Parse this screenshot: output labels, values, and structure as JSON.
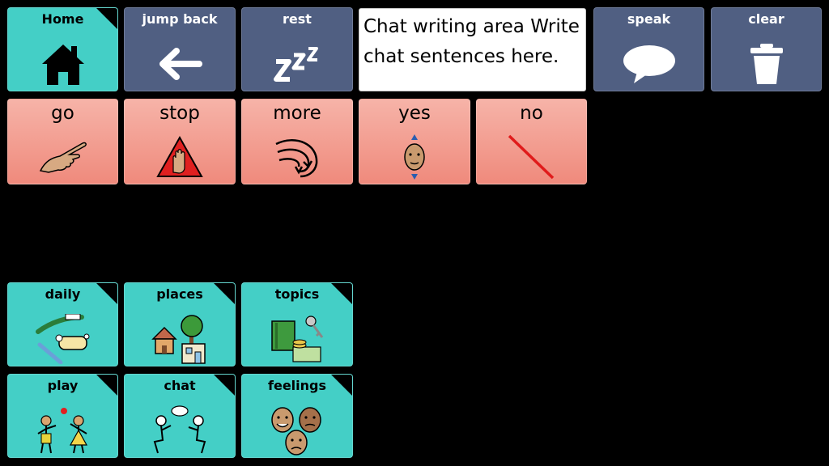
{
  "toolbar": {
    "home": {
      "label": "Home",
      "icon": "home-icon"
    },
    "jump_back": {
      "label": "jump back",
      "icon": "arrow-left-icon"
    },
    "rest": {
      "label": "rest",
      "icon": "zzz-icon"
    },
    "speak": {
      "label": "speak",
      "icon": "speech-bubble-icon"
    },
    "clear": {
      "label": "clear",
      "icon": "trash-icon"
    }
  },
  "chat_area": {
    "text": "Chat writing area Write chat sentences here."
  },
  "quick_words": [
    {
      "label": "go",
      "icon": "pointing-hand-icon"
    },
    {
      "label": "stop",
      "icon": "stop-hand-icon"
    },
    {
      "label": "more",
      "icon": "more-arrows-icon"
    },
    {
      "label": "yes",
      "icon": "nodding-face-icon"
    },
    {
      "label": "no",
      "icon": "red-line-icon"
    }
  ],
  "categories": [
    {
      "label": "daily",
      "icon": "toothbrush-soap-icon"
    },
    {
      "label": "places",
      "icon": "house-tree-icon"
    },
    {
      "label": "topics",
      "icon": "book-key-money-icon"
    },
    {
      "label": "play",
      "icon": "children-playing-ball-icon"
    },
    {
      "label": "chat",
      "icon": "people-talking-icon"
    },
    {
      "label": "feelings",
      "icon": "faces-icon"
    }
  ],
  "colors": {
    "background": "#000000",
    "nav_tile": "#44cfc6",
    "action_tile": "#505f82",
    "word_tile": "#f09a8c",
    "stop_red": "#e02020"
  }
}
